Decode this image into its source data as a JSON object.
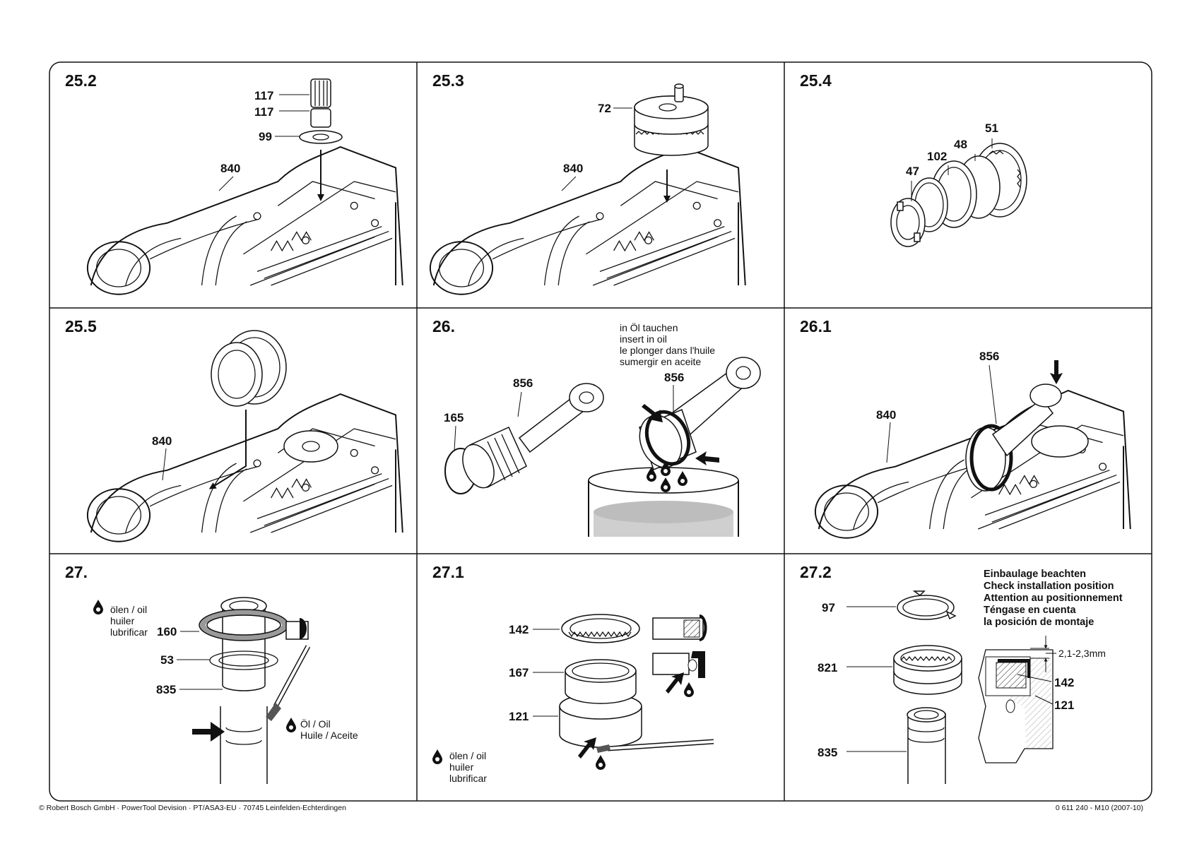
{
  "panels": [
    {
      "step": "25.2",
      "labels": [
        "117",
        "117",
        "99",
        "840"
      ]
    },
    {
      "step": "25.3",
      "labels": [
        "72",
        "840"
      ]
    },
    {
      "step": "25.4",
      "labels": [
        "51",
        "48",
        "102",
        "47"
      ]
    },
    {
      "step": "25.5",
      "labels": [
        "840"
      ]
    },
    {
      "step": "26.",
      "labels": [
        "856",
        "165",
        "856"
      ],
      "notes": [
        "in Öl tauchen",
        "insert in oil",
        "le plonger dans l'huile",
        "sumergir en aceite"
      ]
    },
    {
      "step": "26.1",
      "labels": [
        "856",
        "840"
      ]
    },
    {
      "step": "27.",
      "labels": [
        "160",
        "53",
        "835"
      ],
      "lube_note": [
        "ölen / oil",
        "huiler",
        "lubrificar"
      ],
      "oil_note": [
        "Öl / Oil",
        "Huile / Aceite"
      ]
    },
    {
      "step": "27.1",
      "labels": [
        "142",
        "167",
        "121"
      ],
      "lube_note": [
        "ölen / oil",
        "huiler",
        "lubrificar"
      ]
    },
    {
      "step": "27.2",
      "labels": [
        "97",
        "821",
        "835",
        "142",
        "121"
      ],
      "notes": [
        "Einbaulage beachten",
        "Check installation position",
        "Attention au positionnement",
        "Téngase en cuenta",
        "la posición de montaje"
      ],
      "dimension": "2,1-2,3mm"
    }
  ],
  "footer": {
    "left": "© Robert Bosch GmbH · PowerTool Devision · PT/ASA3-EU · 70745 Leinfelden-Echterdingen",
    "right": "0 611 240 - M10 (2007-10)"
  },
  "icons": [
    "oil-drop-icon",
    "push-arrow-icon",
    "brush-icon"
  ]
}
